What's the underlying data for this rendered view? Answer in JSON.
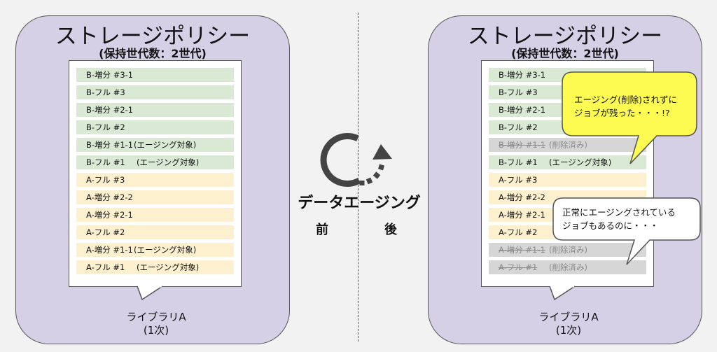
{
  "left_panel": {
    "title": "ストレージポリシー",
    "subtitle": "(保持世代数：2世代)",
    "rows": [
      {
        "label": "B-増分 #3-1",
        "note": "",
        "state": "green"
      },
      {
        "label": "B-フル #3",
        "note": "",
        "state": "green"
      },
      {
        "label": "B-増分 #2-1",
        "note": "",
        "state": "green"
      },
      {
        "label": "B-フル #2",
        "note": "",
        "state": "green"
      },
      {
        "label": "B-増分 #1-1",
        "note": "(エージング対象)",
        "state": "green"
      },
      {
        "label": "B-フル #1",
        "note": "(エージング対象)",
        "state": "green"
      },
      {
        "label": "A-フル #3",
        "note": "",
        "state": "yellow"
      },
      {
        "label": "A-増分 #2-2",
        "note": "",
        "state": "yellow"
      },
      {
        "label": "A-増分 #2-1",
        "note": "",
        "state": "yellow"
      },
      {
        "label": "A-フル #2",
        "note": "",
        "state": "yellow"
      },
      {
        "label": "A-増分 #1-1",
        "note": "(エージング対象)",
        "state": "yellow"
      },
      {
        "label": "A-フル #1",
        "note": "(エージング対象)",
        "state": "yellow"
      }
    ],
    "library_line1": "ライブラリA",
    "library_line2": "(1次)"
  },
  "right_panel": {
    "title": "ストレージポリシー",
    "subtitle": "(保持世代数：2世代)",
    "rows": [
      {
        "label": "B-増分 #3-1",
        "note": "",
        "state": "green"
      },
      {
        "label": "B-フル #3",
        "note": "",
        "state": "green"
      },
      {
        "label": "B-増分 #2-1",
        "note": "",
        "state": "green"
      },
      {
        "label": "B-フル #2",
        "note": "",
        "state": "green"
      },
      {
        "label": "B-増分 #1-1",
        "note": "(削除済み)",
        "state": "aged"
      },
      {
        "label": "B-フル #1",
        "note": "(エージング対象)",
        "state": "green"
      },
      {
        "label": "A-フル #3",
        "note": "",
        "state": "yellow"
      },
      {
        "label": "A-増分 #2-2",
        "note": "",
        "state": "yellow"
      },
      {
        "label": "A-増分 #2-1",
        "note": "",
        "state": "yellow"
      },
      {
        "label": "A-フル #2",
        "note": "",
        "state": "yellow"
      },
      {
        "label": "A-増分 #1-1",
        "note": "(削除済み)",
        "state": "aged"
      },
      {
        "label": "A-フル #1",
        "note": "(削除済み)",
        "state": "aged"
      }
    ],
    "library_line1": "ライブラリA",
    "library_line2": "(1次)"
  },
  "center": {
    "process_label": "データエージング",
    "before_label": "前",
    "after_label": "後"
  },
  "callouts": {
    "warning": "エージング(削除)されずに\nジョブが残った・・・!?",
    "normal": "正常にエージングされている\nジョブもあるのに・・・"
  },
  "colors": {
    "panel_bg": "#d6d0e6",
    "green_row": "#d9e9d3",
    "yellow_row": "#fdf0cf",
    "aged_row": "#d6d6d6",
    "cylinder": "#f9dcc4",
    "warning_callout": "#fdfb52"
  }
}
